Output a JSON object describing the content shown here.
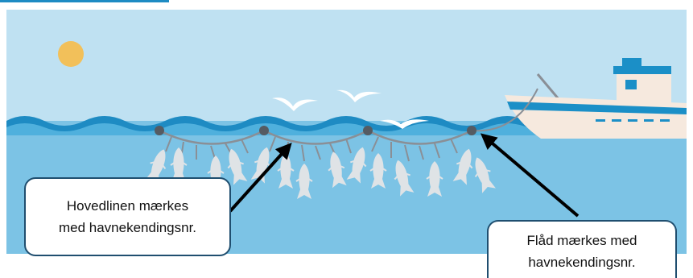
{
  "callouts": {
    "mainline": {
      "line1": "Hovedlinen mærkes",
      "line2": "med havnekendingsnr."
    },
    "float": {
      "line1": "Flåd mærkes med",
      "line2": "havnekendingsnr."
    }
  },
  "colors": {
    "sky": "#bfe1f2",
    "sea": "#7cc3e5",
    "wave_dark": "#1e8bc3",
    "sun": "#f2c05a",
    "boat_hull": "#f6e9de",
    "boat_stripe": "#1b8fc7",
    "line": "#8a8f96",
    "float": "#555b62",
    "fish": "#dfe3e6",
    "arrow": "#000000",
    "callout_border": "#1f4e6f"
  },
  "icons": [
    "sun-icon",
    "seagull-icon",
    "fishing-boat-icon",
    "fish-icon",
    "float-buoy-icon",
    "arrow-icon"
  ]
}
